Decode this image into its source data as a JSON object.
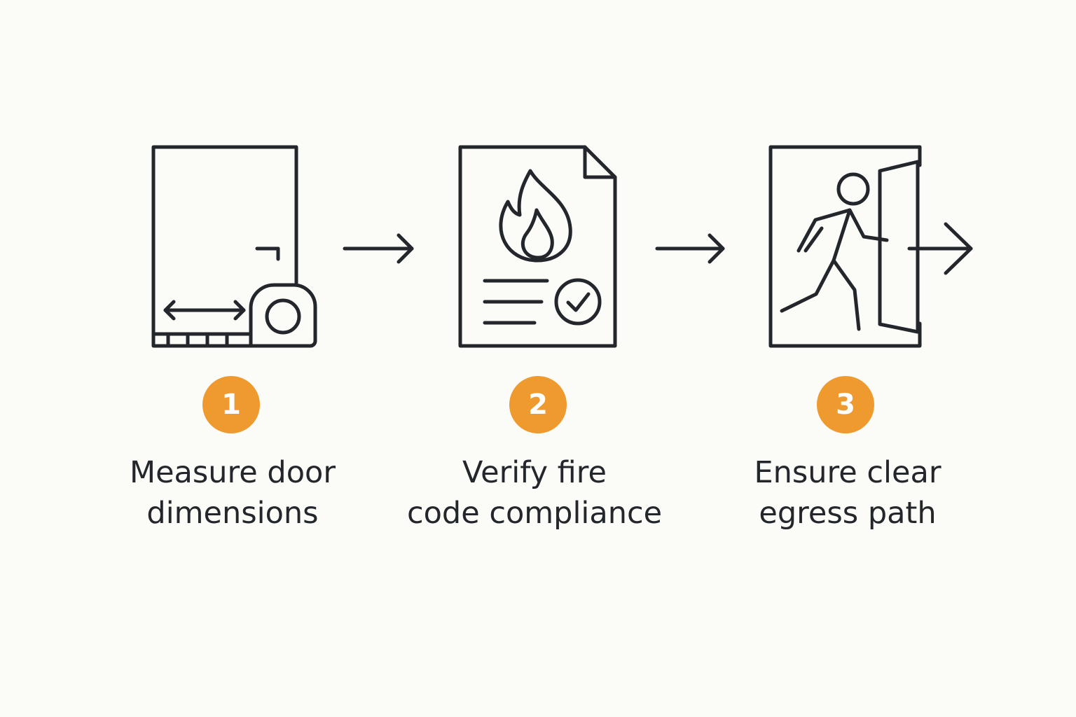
{
  "steps": [
    {
      "number": "1",
      "line1": "Measure door",
      "line2": "dimensions",
      "icon": "door-measure-icon"
    },
    {
      "number": "2",
      "line1": "Verify fire",
      "line2": "code compliance",
      "icon": "fire-code-document-icon"
    },
    {
      "number": "3",
      "line1": "Ensure clear",
      "line2": "egress path",
      "icon": "emergency-exit-icon"
    }
  ],
  "colors": {
    "background": "#fbfbf8",
    "accent": "#ef9a2e",
    "ink": "#23262b"
  },
  "connectors": [
    "right-arrow-icon",
    "right-arrow-icon"
  ]
}
